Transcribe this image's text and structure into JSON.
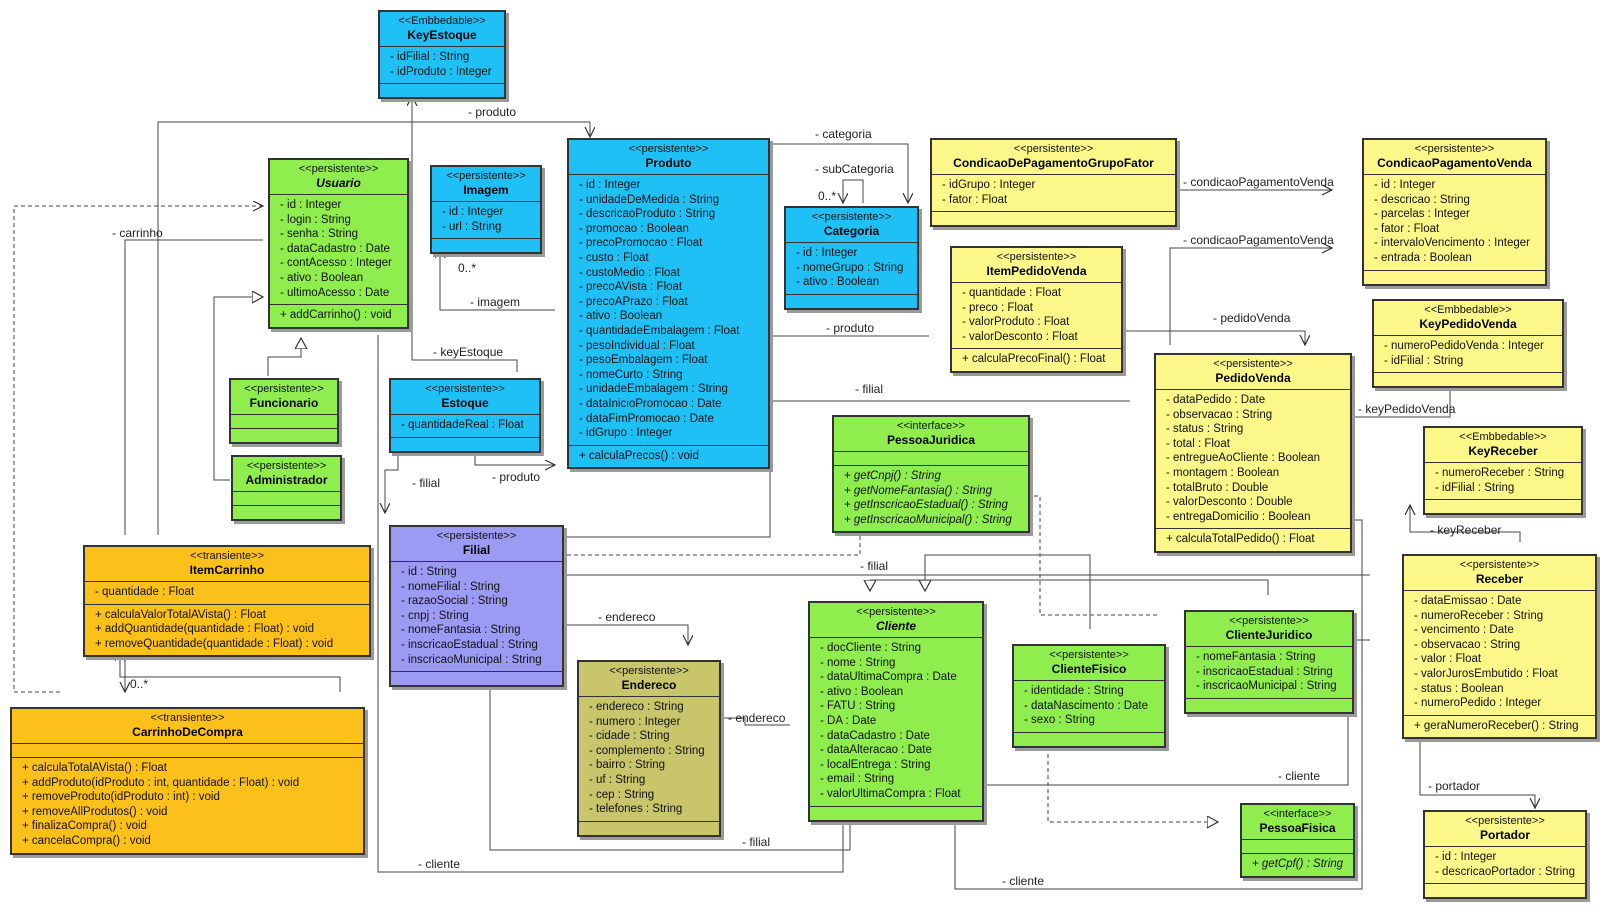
{
  "classes": {
    "keyEstoque": {
      "stereotype": "<<Embbedable>>",
      "name": "KeyEstoque",
      "attributes": [
        "- idFilial : String",
        "- idProduto : Integer"
      ],
      "methods": []
    },
    "usuario": {
      "stereotype": "<<persistente>>",
      "name": "Usuario",
      "attributes": [
        "- id : Integer",
        "- login : String",
        "- senha : String",
        "- dataCadastro : Date",
        "- contAcesso : Integer",
        "- ativo : Boolean",
        "- ultimoAcesso : Date"
      ],
      "methods": [
        "+ addCarrinho() : void"
      ]
    },
    "imagem": {
      "stereotype": "<<persistente>>",
      "name": "Imagem",
      "attributes": [
        "- id : Integer",
        "- url : String"
      ],
      "methods": []
    },
    "produto": {
      "stereotype": "<<persistente>>",
      "name": "Produto",
      "attributes": [
        "- id : Integer",
        "- unidadeDeMedida : String",
        "- descricaoProduto : String",
        "- promocao : Boolean",
        "- precoPromocao : Float",
        "- custo : Float",
        "- custoMedio : Float",
        "- precoAVista : Float",
        "- precoAPrazo : Float",
        "- ativo : Boolean",
        "- quantidadeEmbalagem : Float",
        "- pesoIndividual : Float",
        "- pesoEmbalagem : Float",
        "- nomeCurto : String",
        "- unidadeEmbalagem : String",
        "- dataInicioPromocao : Date",
        "- dataFimPromocao : Date",
        "- idGrupo : Integer"
      ],
      "methods": [
        "+ calculaPrecos() : void"
      ]
    },
    "categoria": {
      "stereotype": "<<persistente>>",
      "name": "Categoria",
      "attributes": [
        "- id : Integer",
        "- nomeGrupo : String",
        "- ativo : Boolean"
      ],
      "methods": []
    },
    "condGrupoFator": {
      "stereotype": "<<persistente>>",
      "name": "CondicaoDePagamentoGrupoFator",
      "attributes": [
        "- idGrupo : Integer",
        "- fator : Float"
      ],
      "methods": []
    },
    "condVenda": {
      "stereotype": "<<persistente>>",
      "name": "CondicaoPagamentoVenda",
      "attributes": [
        "- id : Integer",
        "- descricao : String",
        "- parcelas : Integer",
        "- fator : Float",
        "- intervaloVencimento : Integer",
        "- entrada : Boolean"
      ],
      "methods": []
    },
    "itemPedidoVenda": {
      "stereotype": "<<persistente>>",
      "name": "ItemPedidoVenda",
      "attributes": [
        "- quantidade : Float",
        "- preco : Float",
        "- valorProduto : Float",
        "- valorDesconto : Float"
      ],
      "methods": [
        "+ calculaPrecoFinal() : Float"
      ]
    },
    "keyPedidoVenda": {
      "stereotype": "<<Embbedable>>",
      "name": "KeyPedidoVenda",
      "attributes": [
        "- numeroPedidoVenda : Integer",
        "- idFilial : String"
      ],
      "methods": []
    },
    "funcionario": {
      "stereotype": "<<persistente>>",
      "name": "Funcionario",
      "attributes": [],
      "methods": []
    },
    "administrador": {
      "stereotype": "<<persistente>>",
      "name": "Administrador",
      "attributes": [],
      "methods": []
    },
    "estoque": {
      "stereotype": "<<persistente>>",
      "name": "Estoque",
      "attributes": [
        "- quantidadeReal : Float"
      ],
      "methods": []
    },
    "pedidoVenda": {
      "stereotype": "<<persistente>>",
      "name": "PedidoVenda",
      "attributes": [
        "- dataPedido : Date",
        "- observacao : String",
        "- status : String",
        "- total : Float",
        "- entregueAoCliente : Boolean",
        "- montagem : Boolean",
        "- totalBruto : Double",
        "- valorDesconto : Double",
        "- entregaDomicilio : Boolean"
      ],
      "methods": [
        "+ calculaTotalPedido() : Float"
      ]
    },
    "pessoaJuridica": {
      "stereotype": "<<interface>>",
      "name": "PessoaJuridica",
      "attributes": [],
      "methods": [
        "+ getCnpj() : String",
        "+ getNomeFantasia() : String",
        "+ getInscricaoEstadual() : String",
        "+ getInscricaoMunicipal() : String"
      ]
    },
    "keyReceber": {
      "stereotype": "<<Embbedable>>",
      "name": "KeyReceber",
      "attributes": [
        "- numeroReceber : String",
        "- idFilial : String"
      ],
      "methods": []
    },
    "itemCarrinho": {
      "stereotype": "<<transiente>>",
      "name": "ItemCarrinho",
      "attributes": [
        "- quantidade : Float"
      ],
      "methods": [
        "+ calculaValorTotalAVista() : Float",
        "+ addQuantidade(quantidade : Float) : void",
        "+ removeQuantidade(quantidade : Float) : void"
      ]
    },
    "filial": {
      "stereotype": "<<persistente>>",
      "name": "Filial",
      "attributes": [
        "- id : String",
        "- nomeFilial : String",
        "- razaoSocial : String",
        "- cnpj : String",
        "- nomeFantasia : String",
        "- inscricaoEstadual : String",
        "- inscricaoMunicipal : String"
      ],
      "methods": []
    },
    "receber": {
      "stereotype": "<<persistente>>",
      "name": "Receber",
      "attributes": [
        "- dataEmissao : Date",
        "- numeroReceber : String",
        "- vencimento : Date",
        "- observacao : String",
        "- valor : Float",
        "- valorJurosEmbutido : Float",
        "- status : Boolean",
        "- numeroPedido : Integer"
      ],
      "methods": [
        "+ geraNumeroReceber() : String"
      ]
    },
    "cliente": {
      "stereotype": "<<persistente>>",
      "name": "Cliente",
      "attributes": [
        "- docCliente : String",
        "- nome : String",
        "- dataUltimaCompra : Date",
        "- ativo : Boolean",
        "- FATU : String",
        "- DA : Date",
        "- dataCadastro : Date",
        "- dataAlteracao : Date",
        "- localEntrega : String",
        "- email : String",
        "- valorUltimaCompra : Float"
      ],
      "methods": []
    },
    "clienteJuridico": {
      "stereotype": "<<persistente>>",
      "name": "ClienteJuridico",
      "attributes": [
        "- nomeFantasia : String",
        "- inscricaoEstadual : String",
        "- inscricaoMunicipal : String"
      ],
      "methods": []
    },
    "clienteFisico": {
      "stereotype": "<<persistente>>",
      "name": "ClienteFisico",
      "attributes": [
        "- identidade : String",
        "- dataNascimento : Date",
        "- sexo : String"
      ],
      "methods": []
    },
    "endereco": {
      "stereotype": "<<persistente>>",
      "name": "Endereco",
      "attributes": [
        "- endereco : String",
        "- numero : Integer",
        "- cidade : String",
        "- complemento : String",
        "- bairro : String",
        "- uf : String",
        "- cep : String",
        "- telefones : String"
      ],
      "methods": []
    },
    "carrinhoDeCompra": {
      "stereotype": "<<transiente>>",
      "name": "CarrinhoDeCompra",
      "attributes": [],
      "methods": [
        "+ calculaTotalAVista() : Float",
        "+ addProduto(idProduto : int, quantidade : Float) : void",
        "+ removeProduto(idProduto : int) : void",
        "+ removeAllProdutos() : void",
        "+ finalizaCompra() : void",
        "+ cancelaCompra() : void"
      ]
    },
    "pessoaFisica": {
      "stereotype": "<<interface>>",
      "name": "PessoaFisica",
      "attributes": [],
      "methods": [
        "+ getCpf() : String"
      ]
    },
    "portador": {
      "stereotype": "<<persistente>>",
      "name": "Portador",
      "attributes": [
        "- id : Integer",
        "- descricaoPortador : String"
      ],
      "methods": []
    }
  },
  "labels": {
    "produto_top": "- produto",
    "categoria": "- categoria",
    "subCategoria": "- subCategoria",
    "mult_categoria": "0..*",
    "condicaoPagamentoVenda_1": "- condicaoPagamentoVenda",
    "condicaoPagamentoVenda_2": "- condicaoPagamentoVenda",
    "carrinho": "- carrinho",
    "mult_imagem": "0..*",
    "imagem": "- imagem",
    "produto_item": "- produto",
    "pedidoVenda": "- pedidoVenda",
    "keyEstoque": "- keyEstoque",
    "filial_pedido": "- filial",
    "keyPedidoVenda": "- keyPedidoVenda",
    "filial_estoque": "- filial",
    "produto_estoque": "- produto",
    "keyReceber": "- keyReceber",
    "filial_receber": "- filial",
    "endereco_filial": "- endereco",
    "mult_carrinho": "0..*",
    "endereco_cliente": "- endereco",
    "cliente_receber": "- cliente",
    "portador": "- portador",
    "filial_cliente": "- filial",
    "cliente_usuario": "- cliente",
    "cliente_pedido": "- cliente"
  }
}
